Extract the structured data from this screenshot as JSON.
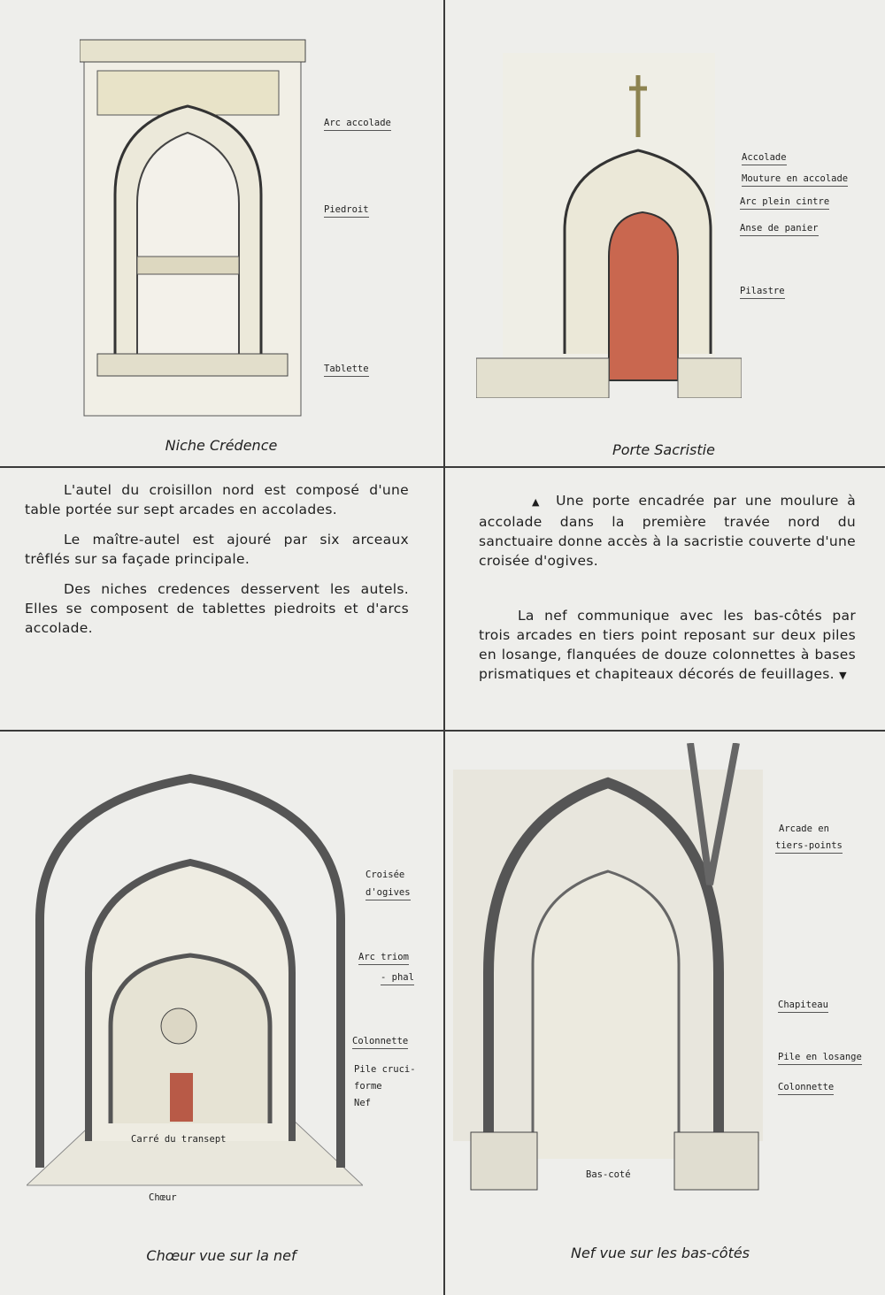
{
  "panels": {
    "niche": {
      "caption": "Niche Crédence",
      "labels": [
        "Arc accolade",
        "Piedroit",
        "Tablette"
      ]
    },
    "porte": {
      "caption": "Porte Sacristie",
      "labels": [
        "Accolade",
        "Mouture en accolade",
        "Arc plein cintre",
        "Anse de panier",
        "Pilastre"
      ]
    },
    "choeur": {
      "caption": "Chœur vue sur la nef",
      "labels": [
        "Croisée",
        "d'ogives",
        "Arc triom",
        "- phal",
        "Colonnette",
        "Pile cruci-",
        "forme",
        "Nef",
        "Carré du transept",
        "Chœur"
      ]
    },
    "nef": {
      "caption": "Nef vue sur les bas-côtés",
      "labels": [
        "Arcade en",
        "tiers-points",
        "Chapiteau",
        "Pile en losange",
        "Colonnette",
        "Bas-coté"
      ]
    }
  },
  "text_left": [
    "L'autel du croisillon nord est composé d'une table portée sur sept arcades en accolades.",
    "Le maître-autel est ajouré par six arceaux trêflés sur sa façade principale.",
    "Des niches credences desservent les autels. Elles se composent de tablettes piedroits et d'arcs accolade."
  ],
  "text_right": [
    "Une porte encadrée par une moulure à accolade dans la première travée nord du sanctuaire donne accès à la sacristie couverte d'une croisée d'ogives.",
    "La nef communique avec les bas-côtés par trois arcades en tiers point reposant sur deux piles en losange, flanquées de douze colonnettes à bases prismatiques et chapiteaux décorés de feuillages."
  ],
  "colors": {
    "door": "#c9674f",
    "stone": "#e3e0cf",
    "ochre": "#d9c98a"
  }
}
